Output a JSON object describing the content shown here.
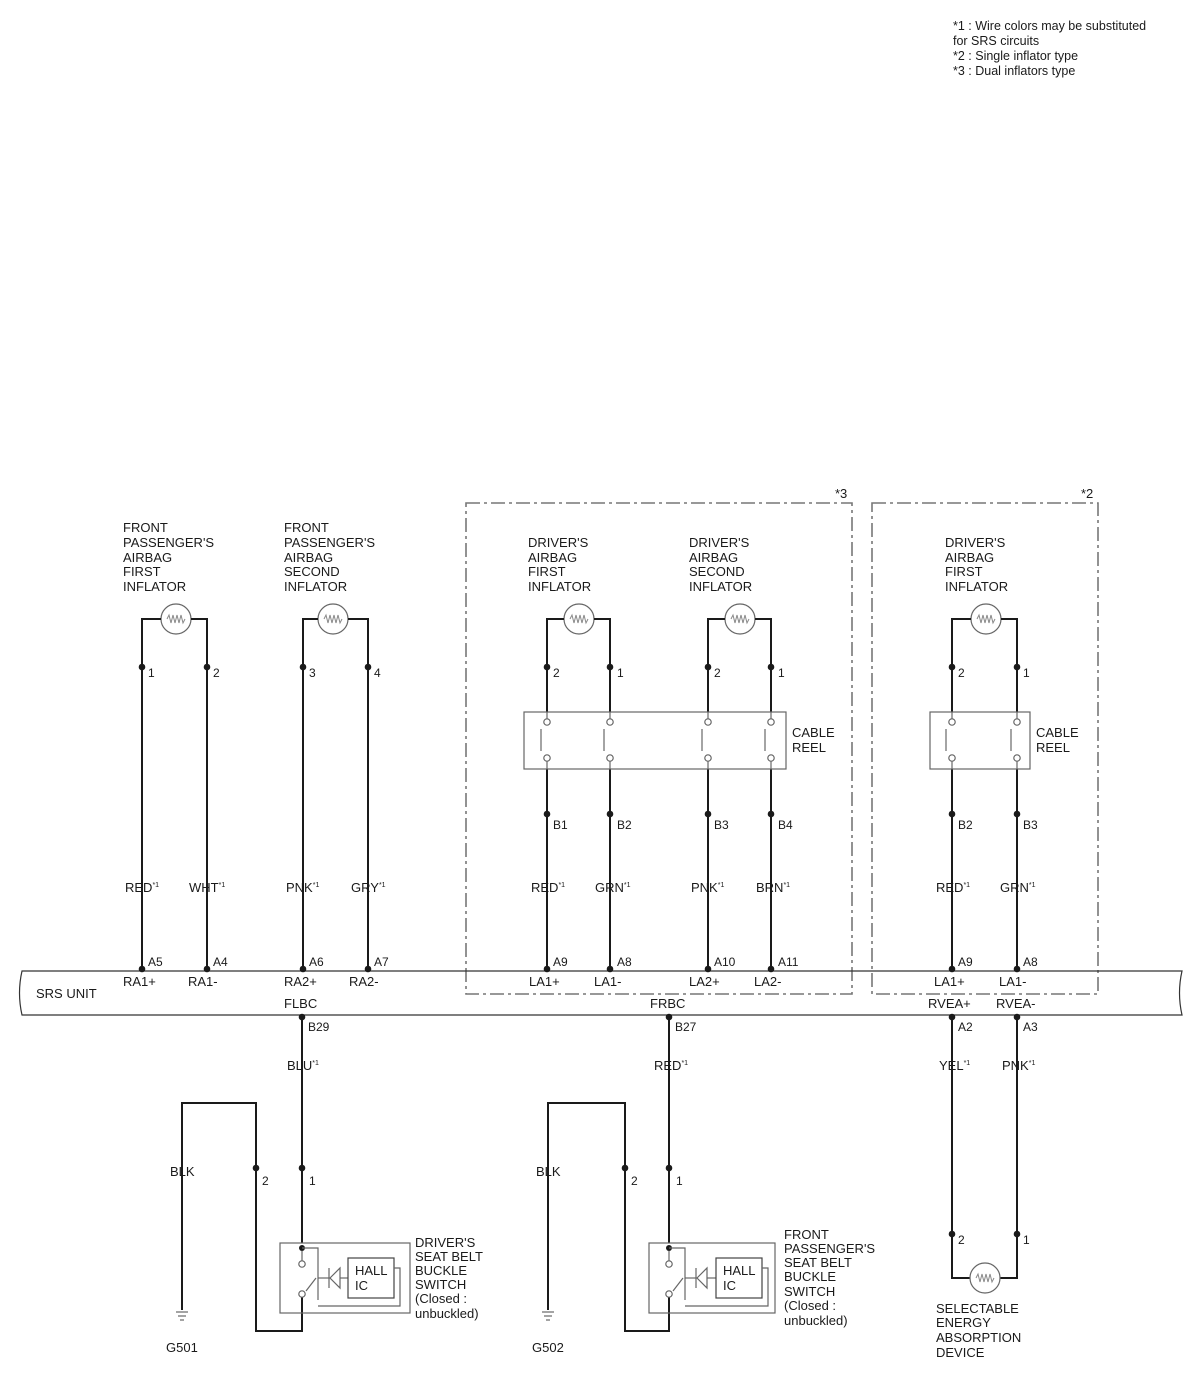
{
  "notes": {
    "note1_line1": "*1 : Wire colors may be substituted",
    "note1_line2": "for SRS circuits",
    "note2": "*2 : Single inflator type",
    "note3": "*3 : Dual inflators type"
  },
  "groups": {
    "dual_tag": "*3",
    "single_tag": "*2"
  },
  "srs_unit": {
    "label": "SRS UNIT",
    "terminals_top": [
      "RA1+",
      "RA1-",
      "RA2+",
      "RA2-",
      "LA1+",
      "LA1-",
      "LA2+",
      "LA2-",
      "LA1+",
      "LA1-"
    ],
    "terminals_bottom": [
      "FLBC",
      "FRBC",
      "RVEA+",
      "RVEA-"
    ]
  },
  "components": {
    "fp_first": [
      "FRONT",
      "PASSENGER'S",
      "AIRBAG",
      "FIRST",
      "INFLATOR"
    ],
    "fp_second": [
      "FRONT",
      "PASSENGER'S",
      "AIRBAG",
      "SECOND",
      "INFLATOR"
    ],
    "drv_first": [
      "DRIVER'S",
      "AIRBAG",
      "FIRST",
      "INFLATOR"
    ],
    "drv_second": [
      "DRIVER'S",
      "AIRBAG",
      "SECOND",
      "INFLATOR"
    ],
    "drv_single": [
      "DRIVER'S",
      "AIRBAG",
      "FIRST",
      "INFLATOR"
    ],
    "cable_reel": [
      "CABLE",
      "REEL"
    ],
    "cable_reel_single": [
      "CABLE",
      "REEL"
    ],
    "drv_buckle": [
      "DRIVER'S",
      "SEAT BELT",
      "BUCKLE",
      "SWITCH",
      "(Closed :",
      "unbuckled)"
    ],
    "fp_buckle": [
      "FRONT",
      "PASSENGER'S",
      "SEAT BELT",
      "BUCKLE",
      "SWITCH",
      "(Closed :",
      "unbuckled)"
    ],
    "hall_ic": [
      "HALL",
      "IC"
    ],
    "seads": [
      "SELECTABLE",
      "ENERGY",
      "ABSORPTION",
      "DEVICE"
    ]
  },
  "wires": {
    "w1": {
      "color": "RED",
      "mark": "*1",
      "pin_top": "1",
      "pin_bottom": "A5"
    },
    "w2": {
      "color": "WHT",
      "mark": "*1",
      "pin_top": "2",
      "pin_bottom": "A4"
    },
    "w3": {
      "color": "PNK",
      "mark": "*1",
      "pin_top": "3",
      "pin_bottom": "A6"
    },
    "w4": {
      "color": "GRY",
      "mark": "*1",
      "pin_top": "4",
      "pin_bottom": "A7"
    },
    "w5": {
      "color": "RED",
      "mark": "*1",
      "pin_top": "2",
      "pin_mid": "B1",
      "pin_bottom": "A9"
    },
    "w6": {
      "color": "GRN",
      "mark": "*1",
      "pin_top": "1",
      "pin_mid": "B2",
      "pin_bottom": "A8"
    },
    "w7": {
      "color": "PNK",
      "mark": "*1",
      "pin_top": "2",
      "pin_mid": "B3",
      "pin_bottom": "A10"
    },
    "w8": {
      "color": "BRN",
      "mark": "*1",
      "pin_top": "1",
      "pin_mid": "B4",
      "pin_bottom": "A11"
    },
    "w9": {
      "color": "RED",
      "mark": "*1",
      "pin_top": "2",
      "pin_mid": "B2",
      "pin_bottom": "A9"
    },
    "w10": {
      "color": "GRN",
      "mark": "*1",
      "pin_top": "1",
      "pin_mid": "B3",
      "pin_bottom": "A8"
    },
    "w11": {
      "color": "BLU",
      "mark": "*1",
      "pin_top": "B29",
      "pin_bottom": "1"
    },
    "w12": {
      "color": "RED",
      "mark": "*1",
      "pin_top": "B27",
      "pin_bottom": "1"
    },
    "w13": {
      "color": "YEL",
      "mark": "*1",
      "pin_top": "A2",
      "pin_bottom": "2"
    },
    "w14": {
      "color": "PNK",
      "mark": "*1",
      "pin_top": "A3",
      "pin_bottom": "1"
    }
  },
  "grounds": {
    "g1": {
      "id": "G501",
      "wire": "BLK",
      "pin": "2"
    },
    "g2": {
      "id": "G502",
      "wire": "BLK",
      "pin": "2"
    }
  }
}
